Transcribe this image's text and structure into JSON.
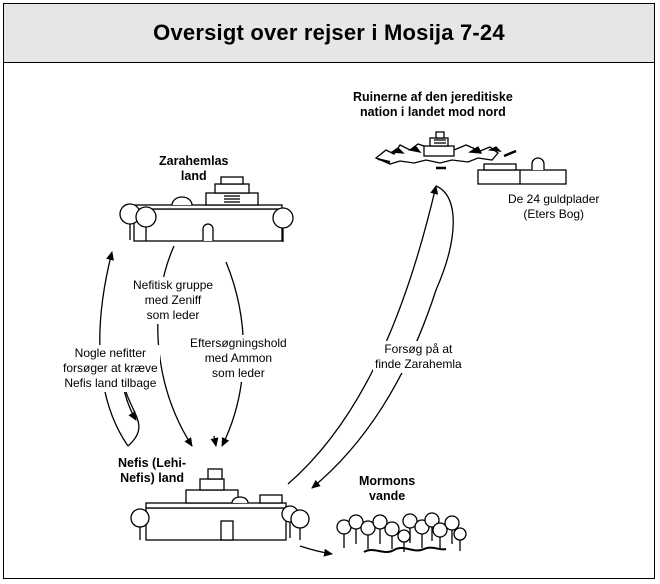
{
  "title": "Oversigt over rejser i Mosija 7-24",
  "places": {
    "zarahemla": [
      "Zarahemlas",
      "land"
    ],
    "ruins": [
      "Ruinerne af den jereditiske",
      "nation i landet mod nord"
    ],
    "nephi": [
      "Nefis (Lehi-",
      "Nefis) land"
    ],
    "mormon": [
      "Mormons",
      "vande"
    ]
  },
  "notes": {
    "plates": [
      "De 24 guldplader",
      "(Eters Bog)"
    ]
  },
  "journeys": {
    "zeniff": [
      "Nefitisk gruppe",
      "med Zeniff",
      "som leder"
    ],
    "reclaim": [
      "Nogle nefitter",
      "forsøger at kræve",
      "Nefis land tilbage"
    ],
    "ammon": [
      "Eftersøgningshold",
      "med Ammon",
      "som leder"
    ],
    "find_zarahemla": [
      "Forsøg på at",
      "finde Zarahemla"
    ]
  },
  "colors": {
    "header_bg": "#e6e6e6",
    "ink": "#000000",
    "paper": "#ffffff"
  }
}
